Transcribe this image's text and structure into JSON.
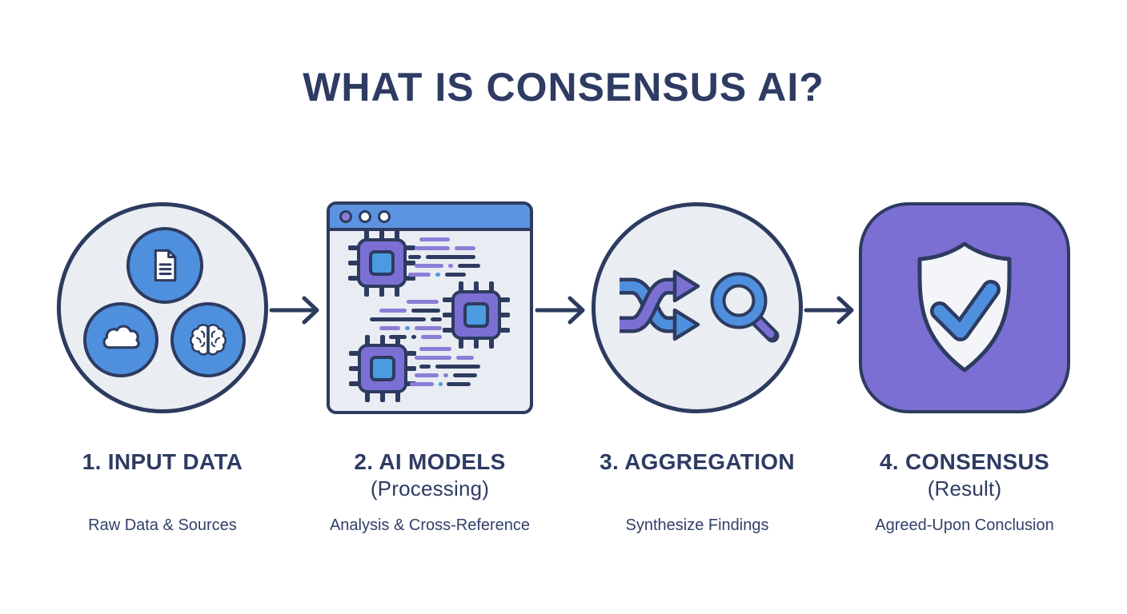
{
  "title": "WHAT IS CONSENSUS AI?",
  "steps": [
    {
      "heading": "1. INPUT DATA",
      "subheading": "",
      "description": "Raw Data & Sources",
      "icons": [
        "document-icon",
        "cloud-icon",
        "brain-icon"
      ]
    },
    {
      "heading": "2. AI MODELS",
      "subheading": "(Processing)",
      "description": "Analysis & Cross-Reference",
      "icons": [
        "browser-window",
        "chip-icon",
        "code-lines"
      ]
    },
    {
      "heading": "3. AGGREGATION",
      "subheading": "",
      "description": "Synthesize Findings",
      "icons": [
        "shuffle-icon",
        "magnifier-icon"
      ]
    },
    {
      "heading": "4. CONSENSUS",
      "subheading": "(Result)",
      "description": "Agreed-Upon Conclusion",
      "icons": [
        "shield-icon",
        "checkmark-icon"
      ]
    }
  ],
  "colors": {
    "navy_outline": "#2d3b60",
    "text_navy": "#2e3b63",
    "blue": "#4f90de",
    "titlebar_blue": "#5b93e0",
    "purple": "#7c6fd3",
    "code_purple": "#8a7ed8",
    "panel_gray": "#eaedf2",
    "background": "#ffffff"
  }
}
